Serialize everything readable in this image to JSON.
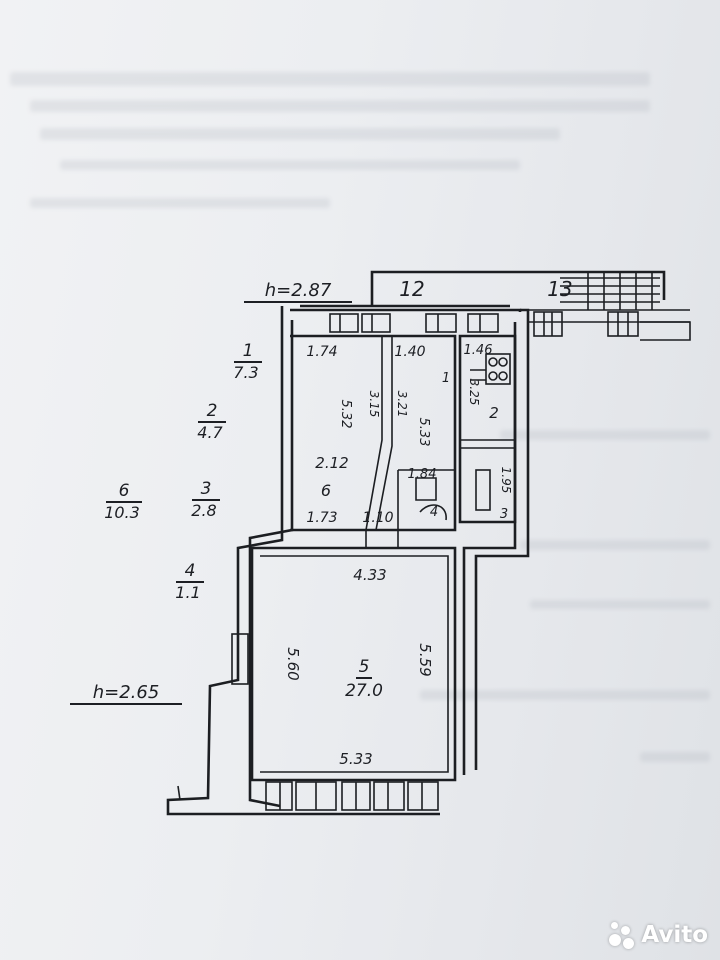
{
  "plan": {
    "ceiling_height_upper": "h=2.87",
    "ceiling_height_lower": "h=2.65",
    "exterior_labels": {
      "stair_left": "12",
      "stair_right": "13"
    },
    "legend": [
      {
        "num": "1",
        "area": "7.3"
      },
      {
        "num": "2",
        "area": "4.7"
      },
      {
        "num": "3",
        "area": "2.8"
      },
      {
        "num": "4",
        "area": "1.1"
      },
      {
        "num": "6",
        "area": "10.3"
      }
    ],
    "room6": {
      "num": "6",
      "dims": {
        "top_left": "1.74",
        "top_right": "1.40",
        "bottom_left": "1.73",
        "bottom_right": "1.10",
        "width": "2.12",
        "left_vertical": "5.32",
        "inner_vertical_a": "3.15",
        "inner_vertical_b": "3.21",
        "right_vertical": "5.33",
        "bath_width": "1.84"
      }
    },
    "kitchen": {
      "label_small": "1",
      "label_num": "2",
      "label_num_b": "3",
      "dims": {
        "top": "1.46",
        "vertical_a": "3.25",
        "vertical_b": "1.95"
      }
    },
    "room5": {
      "num": "5",
      "area": "27.0",
      "dims": {
        "top": "4.33",
        "bottom": "5.33",
        "left": "5.60",
        "right": "5.59"
      }
    },
    "bath_label": "4"
  },
  "watermark": {
    "text": "Avito",
    "icon": "avito-logo-icon"
  }
}
